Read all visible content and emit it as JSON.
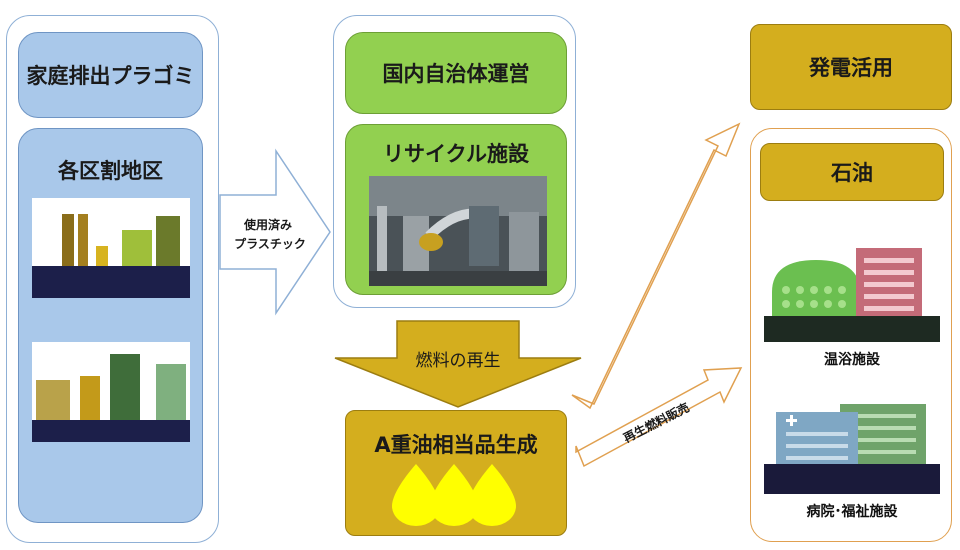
{
  "left_panel": {
    "header": "家庭排出プラゴミ",
    "district": "各区割地区"
  },
  "center_panel": {
    "operator": "国内自治体運営",
    "facility": "リサイクル施設"
  },
  "arrow_input_label_line1": "使用済み",
  "arrow_input_label_line2": "プラスチック",
  "arrow_down_label": "燃料の再生",
  "product_box": "A重油相当品生成",
  "diagonal_arrow_label": "再生燃料販売",
  "right_top": "発電活用",
  "right_panel": {
    "title": "石油",
    "facility_1": "温浴施設",
    "facility_2": "病院･福祉施設"
  }
}
